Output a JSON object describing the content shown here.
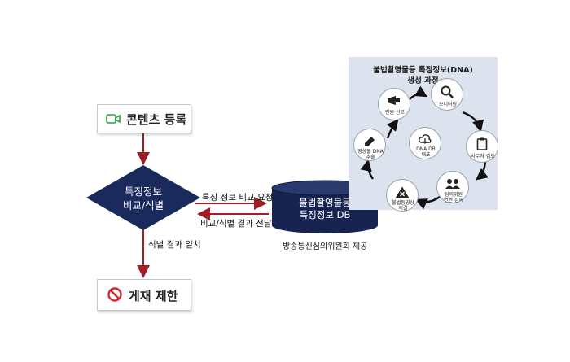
{
  "flow": {
    "register": {
      "label": "콘텐츠 등록"
    },
    "decision": {
      "line1": "특징정보",
      "line2": "비교/식별"
    },
    "match_label": "식별 결과 일치",
    "restrict": {
      "label": "게재 제한"
    },
    "request_label": "특징 정보 비교 요청",
    "response_label": "비교/식별 결과 전달"
  },
  "database": {
    "line1": "불법촬영물등",
    "line2": "특징정보 DB",
    "caption": "방송통신심의위원회 제공"
  },
  "process": {
    "title_line1": "불법촬영물등 특징정보(DNA)",
    "title_line2": "생성 과정",
    "nodes": {
      "report": "민원 신고",
      "monitor": "모니터링",
      "review": "사무처 검토",
      "deliberation": [
        "심의위원",
        "연권 심의"
      ],
      "judgment": [
        "불법등영상",
        "의결"
      ],
      "extract": [
        "영상물 DNA",
        "추출"
      ],
      "distribute": [
        "DNA DB",
        "배포"
      ]
    }
  },
  "colors": {
    "arrow": "#a11d26",
    "diamond": "#1b2a5c",
    "database": "#17244f",
    "panel": "#dde3ee",
    "video_icon": "#2ea043",
    "ban_icon": "#d9262b"
  }
}
